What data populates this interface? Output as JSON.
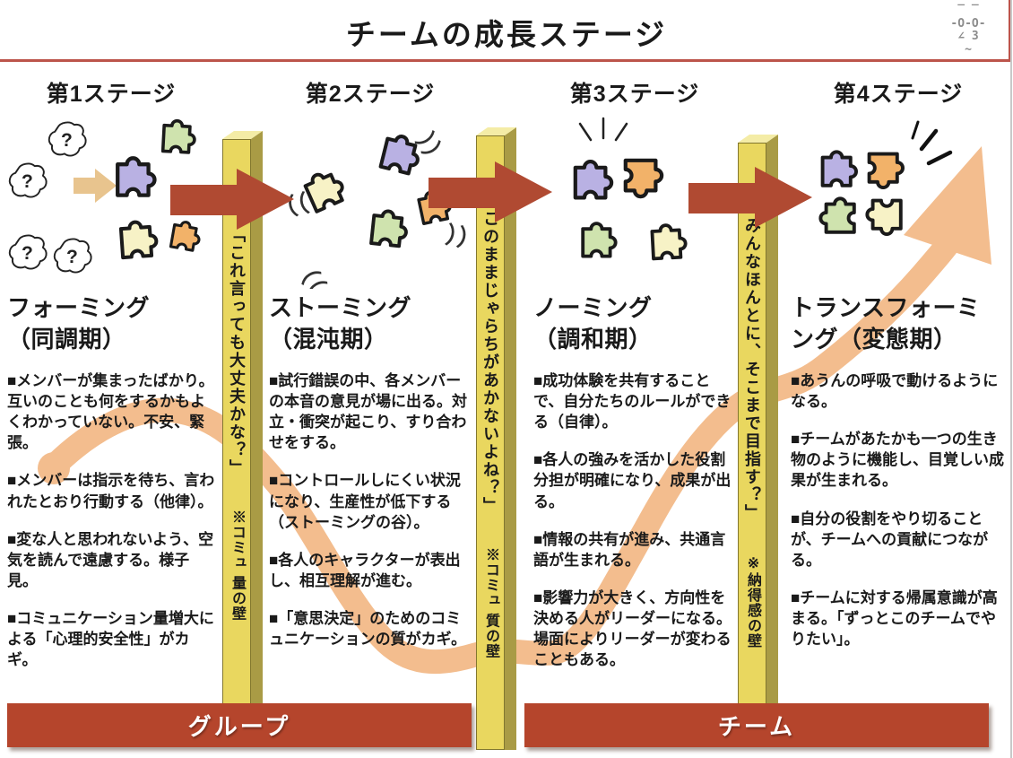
{
  "header": {
    "title": "チームの成長ステージ",
    "doodle_line1": "‾ ‾",
    "doodle_line2": "-O-O-",
    "doodle_line3": "∠  3",
    "doodle_line4": "~"
  },
  "stages": [
    {
      "label": "第1ステージ",
      "name_line1": "フォーミング",
      "name_line2": "（同調期）",
      "bullets": [
        "■メンバーが集まったばかり。互いのことも何をするかもよくわかっていない。不安、緊張。",
        "■メンバーは指示を待ち、言われたとおり行動する（他律）。",
        "■変な人と思われないよう、空気を読んで遠慮する。様子見。",
        "■コミュニケーション量増大による「心理的安全性」がカギ。"
      ]
    },
    {
      "label": "第2ステージ",
      "name_line1": "ストーミング",
      "name_line2": "（混沌期）",
      "bullets": [
        "■試行錯誤の中、各メンバーの本音の意見が場に出る。対立・衝突が起こり、すり合わせをする。",
        "■コントロールしにくい状況になり、生産性が低下する（ストーミングの谷）。",
        "■各人のキャラクターが表出し、相互理解が進む。",
        "■「意思決定」のためのコミュニケーションの質がカギ。"
      ]
    },
    {
      "label": "第3ステージ",
      "name_line1": "ノーミング",
      "name_line2": "（調和期）",
      "bullets": [
        "■成功体験を共有することで、自分たちのルールができる（自律）。",
        "■各人の強みを活かした役割分担が明確になり、成果が出る。",
        "■情報の共有が進み、共通言語が生まれる。",
        "■影響力が大きく、方向性を決める人がリーダーになる。場面によりリーダーが変わることもある。"
      ]
    },
    {
      "label": "第4ステージ",
      "name_line1": "トランスフォーミ",
      "name_line2": "ング（変態期）",
      "bullets": [
        "■あうんの呼吸で動けるようになる。",
        "■チームがあたかも一つの生き物のように機能し、目覚しい成果が生まれる。",
        "■自分の役割をやり切ることが、チームへの貢献につながる。",
        "■チームに対する帰属意識が高まる。「ずっとこのチームでやりたい」。"
      ]
    }
  ],
  "walls": [
    {
      "quote": "「これ言っても大丈夫かな？」",
      "note": "※コミュ 量の壁"
    },
    {
      "quote": "「このままじゃらちがあかないよね？」",
      "note": "※コミュ 質の壁"
    },
    {
      "quote": "「みんなほんとに、そこまで目指す？」",
      "note": "※納得感の壁"
    }
  ],
  "bottom_bars": [
    {
      "label": "グループ"
    },
    {
      "label": "チーム"
    }
  ],
  "art": {
    "question_mark": "?",
    "vibration_open": "（（",
    "vibration_close": "））"
  },
  "colors": {
    "accent_red": "#bc544b",
    "arrow_red": "#b04a32",
    "wall_yellow": "#e9d75f",
    "wall_side": "#a99b45",
    "curve_peach": "#f3bd8e",
    "bar_red": "#b5452c",
    "tan_arrow": "#e8c48e",
    "piece_purple": "#b9b1e3",
    "piece_green": "#cfe3ae",
    "piece_cream": "#f7f2c6",
    "piece_orange": "#f2b269"
  }
}
